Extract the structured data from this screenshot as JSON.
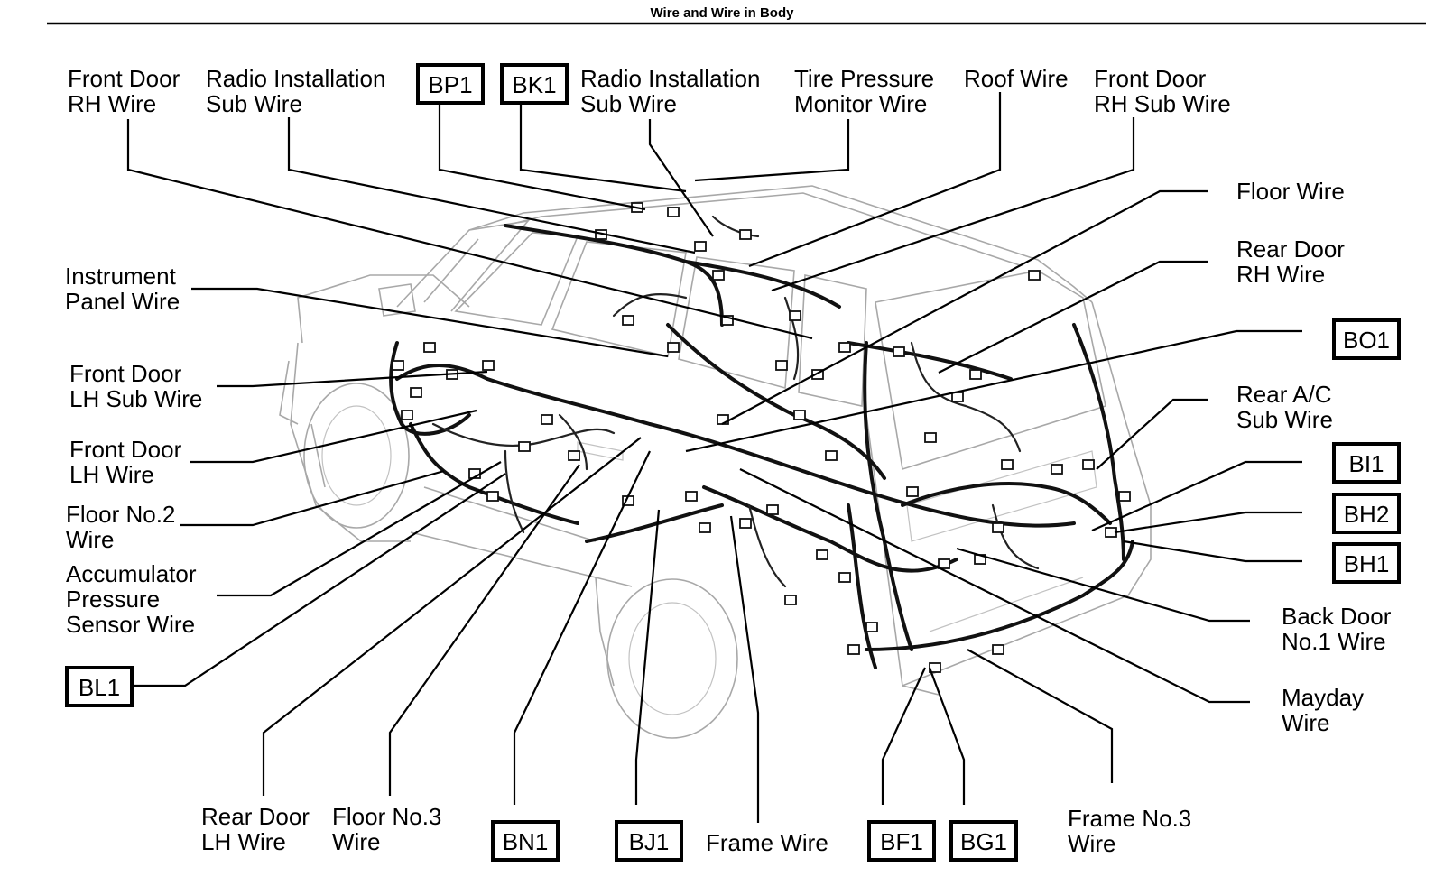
{
  "header": {
    "title": "Wire and Wire in Body"
  },
  "labels": {
    "front_door_rh_wire": [
      "Front Door",
      "RH Wire"
    ],
    "radio_installation_sub_wire_left": [
      "Radio Installation",
      "Sub Wire"
    ],
    "radio_installation_sub_wire_right": [
      "Radio Installation",
      "Sub Wire"
    ],
    "tire_pressure_monitor_wire": [
      "Tire Pressure",
      "Monitor Wire"
    ],
    "roof_wire": [
      "Roof Wire"
    ],
    "front_door_rh_sub_wire": [
      "Front Door",
      "RH Sub Wire"
    ],
    "floor_wire": [
      "Floor Wire"
    ],
    "rear_door_rh_wire": [
      "Rear Door",
      "RH Wire"
    ],
    "rear_ac_sub_wire": [
      "Rear A/C",
      "Sub Wire"
    ],
    "back_door_no1_wire": [
      "Back Door",
      "No.1 Wire"
    ],
    "mayday_wire": [
      "Mayday",
      "Wire"
    ],
    "frame_no3_wire": [
      "Frame No.3",
      "Wire"
    ],
    "frame_wire": [
      "Frame Wire"
    ],
    "floor_no3_wire": [
      "Floor No.3",
      "Wire"
    ],
    "rear_door_lh_wire": [
      "Rear Door",
      "LH Wire"
    ],
    "instrument_panel_wire": [
      "Instrument",
      "Panel Wire"
    ],
    "front_door_lh_sub_wire": [
      "Front Door",
      "LH Sub Wire"
    ],
    "front_door_lh_wire": [
      "Front Door",
      "LH Wire"
    ],
    "floor_no2_wire": [
      "Floor No.2",
      "Wire"
    ],
    "accumulator_pressure_sensor_wire": [
      "Accumulator",
      "Pressure",
      "Sensor Wire"
    ]
  },
  "tags": {
    "bp1": "BP1",
    "bk1": "BK1",
    "bo1": "BO1",
    "bi1": "BI1",
    "bh2": "BH2",
    "bh1": "BH1",
    "bl1": "BL1",
    "bn1": "BN1",
    "bj1": "BJ1",
    "bf1": "BF1",
    "bg1": "BG1"
  }
}
